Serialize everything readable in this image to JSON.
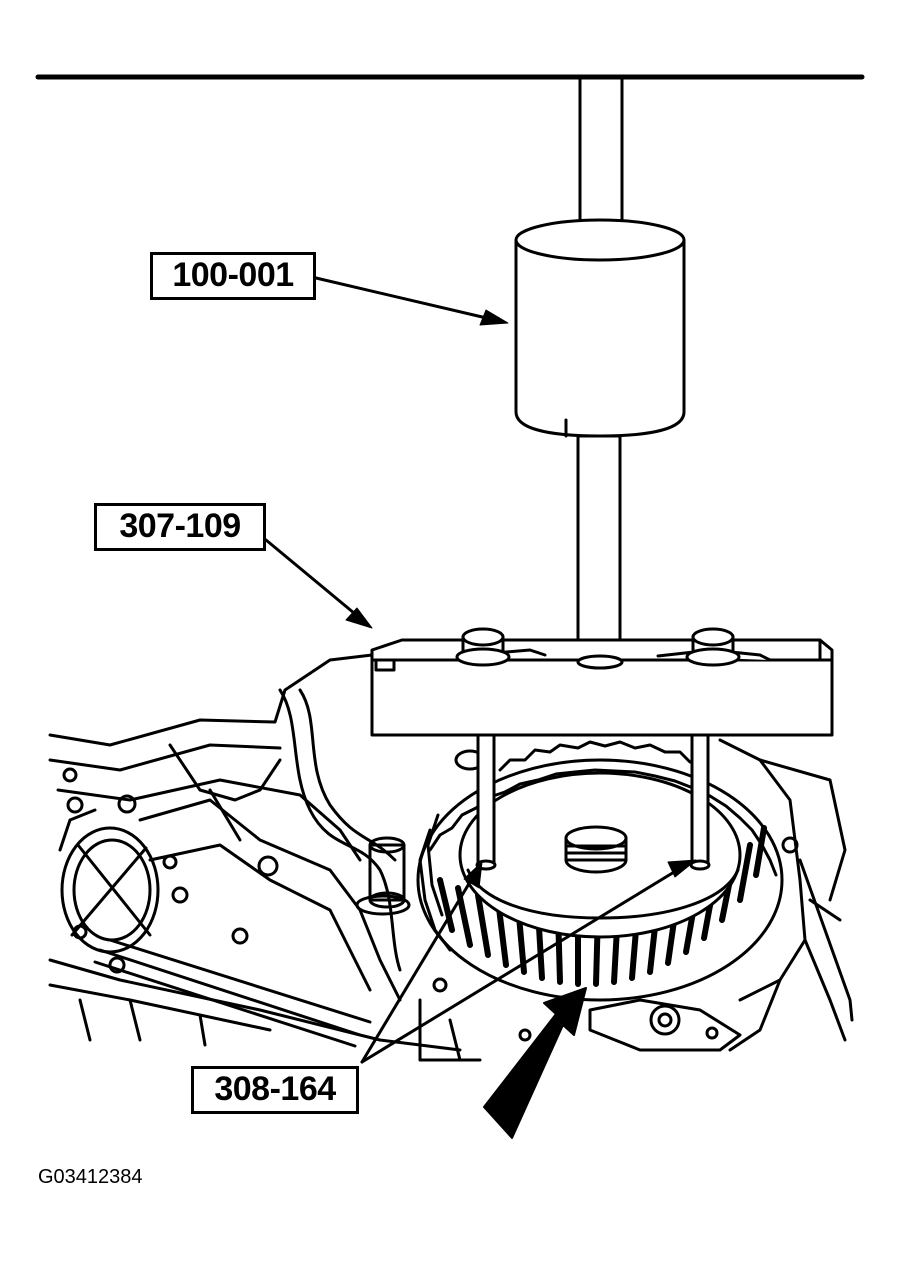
{
  "callouts": {
    "tool_100": "100-001",
    "tool_307": "307-109",
    "tool_308": "308-164"
  },
  "figure_id": "G03412384"
}
